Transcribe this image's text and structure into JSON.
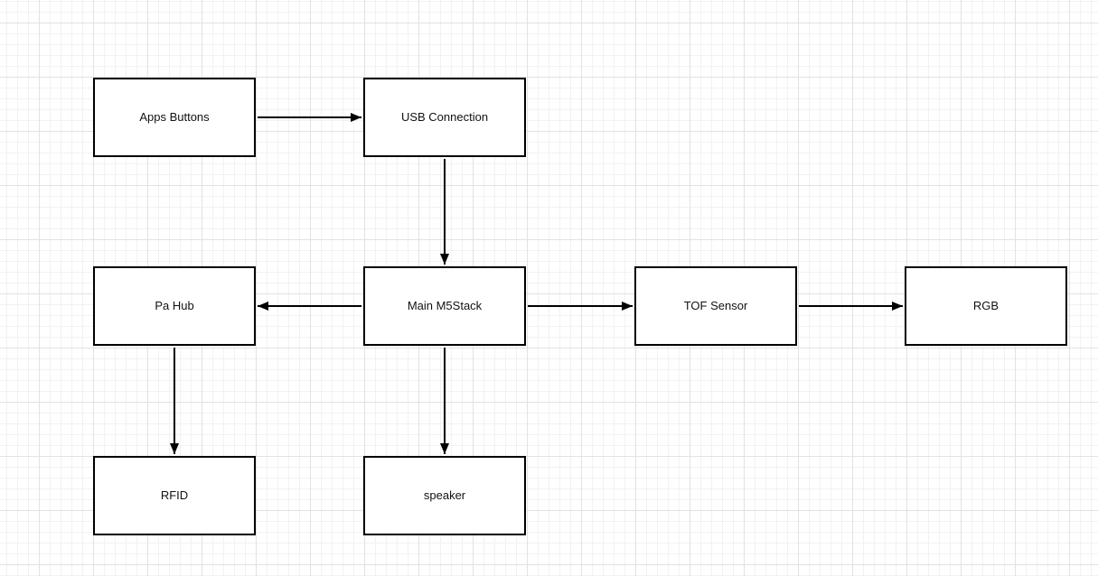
{
  "diagram": {
    "type": "flowchart",
    "nodes": [
      {
        "id": "apps-buttons",
        "label": "Apps Buttons"
      },
      {
        "id": "usb-connection",
        "label": "USB Connection"
      },
      {
        "id": "pa-hub",
        "label": "Pa Hub"
      },
      {
        "id": "main-m5stack",
        "label": "Main M5Stack"
      },
      {
        "id": "tof-sensor",
        "label": "TOF Sensor"
      },
      {
        "id": "rgb",
        "label": "RGB"
      },
      {
        "id": "rfid",
        "label": "RFID"
      },
      {
        "id": "speaker",
        "label": "speaker"
      }
    ],
    "edges": [
      {
        "from": "apps-buttons",
        "to": "usb-connection",
        "direction": "right"
      },
      {
        "from": "usb-connection",
        "to": "main-m5stack",
        "direction": "down"
      },
      {
        "from": "main-m5stack",
        "to": "pa-hub",
        "direction": "left"
      },
      {
        "from": "main-m5stack",
        "to": "tof-sensor",
        "direction": "right"
      },
      {
        "from": "tof-sensor",
        "to": "rgb",
        "direction": "right"
      },
      {
        "from": "pa-hub",
        "to": "rfid",
        "direction": "down"
      },
      {
        "from": "main-m5stack",
        "to": "speaker",
        "direction": "down"
      }
    ],
    "style": {
      "node_fill": "#ffffff",
      "node_stroke": "#000000",
      "edge_color": "#000000",
      "canvas_background": "#ffffff",
      "grid_minor_color": "#f2f2f2",
      "grid_major_color": "#e2e2e2"
    }
  }
}
